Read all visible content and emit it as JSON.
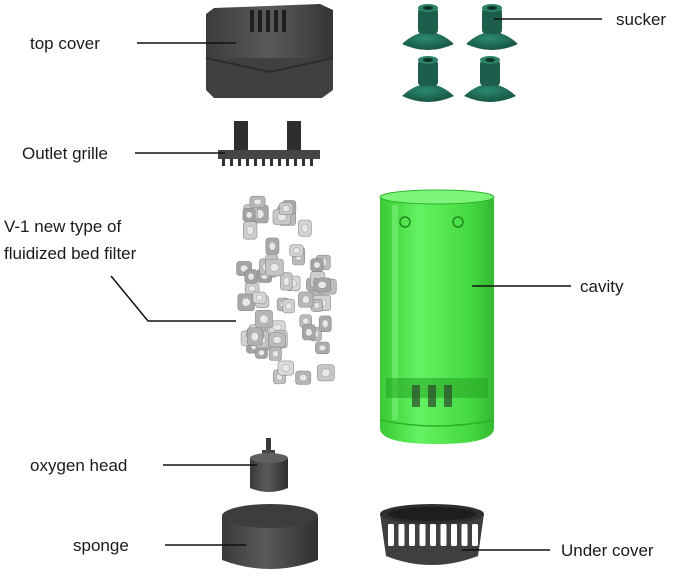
{
  "diagram": {
    "labels": {
      "top_cover": "top cover",
      "outlet_grille": "Outlet grille",
      "bed_filter_line1": "V-1 new type of",
      "bed_filter_line2": "fluidized bed filter",
      "oxygen_head": "oxygen head",
      "sponge": "sponge",
      "sucker": "sucker",
      "cavity": "cavity",
      "under_cover": "Under cover"
    },
    "colors": {
      "part_dark": "#4a4a4a",
      "part_mid": "#5c5c5c",
      "sucker_green": "#1f6b55",
      "cavity_green": "#3fe03a",
      "media_gray": "#bdbdbd",
      "leader_line": "#111111"
    }
  }
}
